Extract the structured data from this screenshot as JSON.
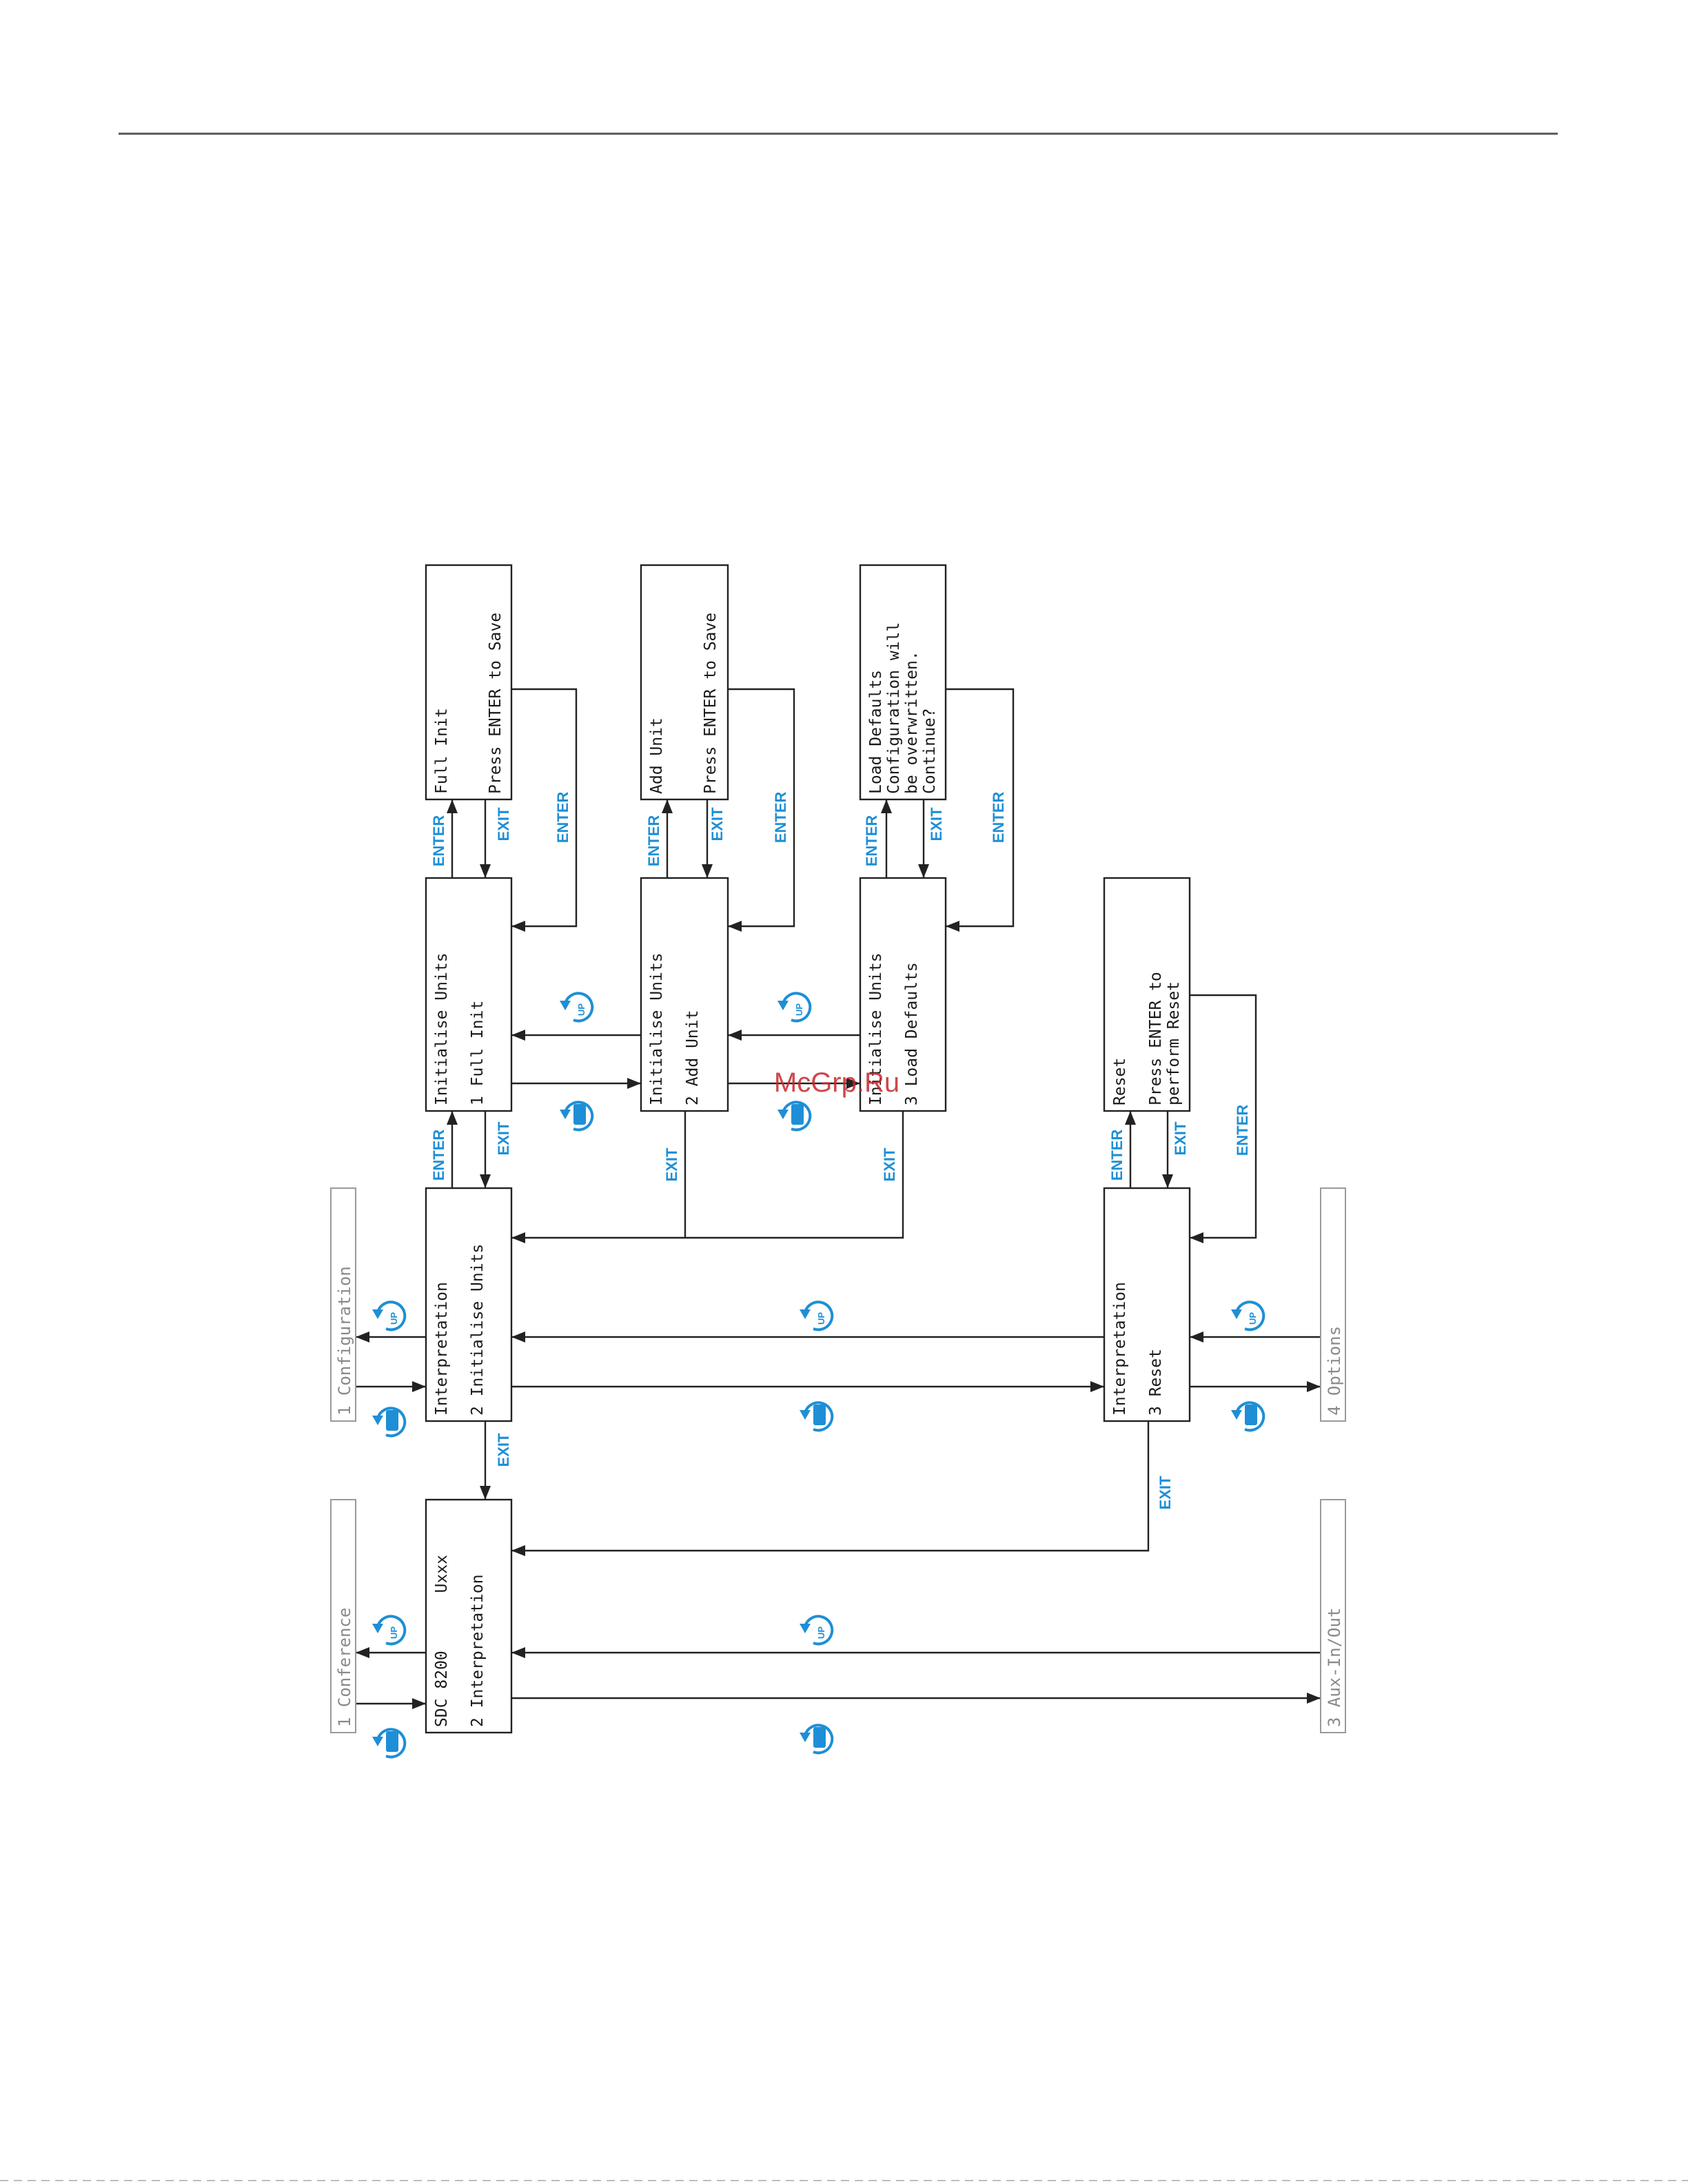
{
  "watermark": "McGrp.Ru",
  "screens": {
    "sdc_main": {
      "lines": [
        "SDC 8200",
        "2 Interpretation"
      ],
      "version": "Uxxx"
    },
    "interpretation_initialise_units": {
      "lines": [
        "Interpretation",
        "2 Initialise Units"
      ]
    },
    "interpretation_reset": {
      "lines": [
        "Interpretation",
        "3 Reset"
      ]
    },
    "initialise_full_init": {
      "lines": [
        "Initialise Units",
        "1 Full Init"
      ]
    },
    "initialise_add_unit": {
      "lines": [
        "Initialise Units",
        "2 Add Unit"
      ]
    },
    "initialise_load_defaults": {
      "lines": [
        "Initialise Units",
        "3 Load Defaults"
      ]
    },
    "full_init_confirm": {
      "lines": [
        "Full Init",
        "Press ENTER to Save"
      ]
    },
    "add_unit_confirm": {
      "lines": [
        "Add Unit",
        "Press ENTER to Save"
      ]
    },
    "load_defaults_confirm": {
      "lines": [
        "Load Defaults",
        "Configuration will",
        "be overwritten.",
        "Continue?"
      ]
    },
    "reset_confirm": {
      "lines": [
        "Reset",
        "Press ENTER to",
        "perform Reset"
      ]
    }
  },
  "adjacent_menus": {
    "configuration": "1 Configuration",
    "conference": "1 Conference",
    "options": "4 Options",
    "aux_in_out": "3 Aux-In/Out"
  },
  "key_labels": {
    "enter": "ENTER",
    "exit": "EXIT"
  },
  "icons": {
    "up": "up-key-icon",
    "down": "down-key-icon",
    "up_text": "UP"
  },
  "colors": {
    "line": "#222222",
    "key": "#1e8fd6",
    "inactive_box": "#9a9a9a",
    "header_rule": "#555555",
    "watermark": "#c8262b"
  }
}
